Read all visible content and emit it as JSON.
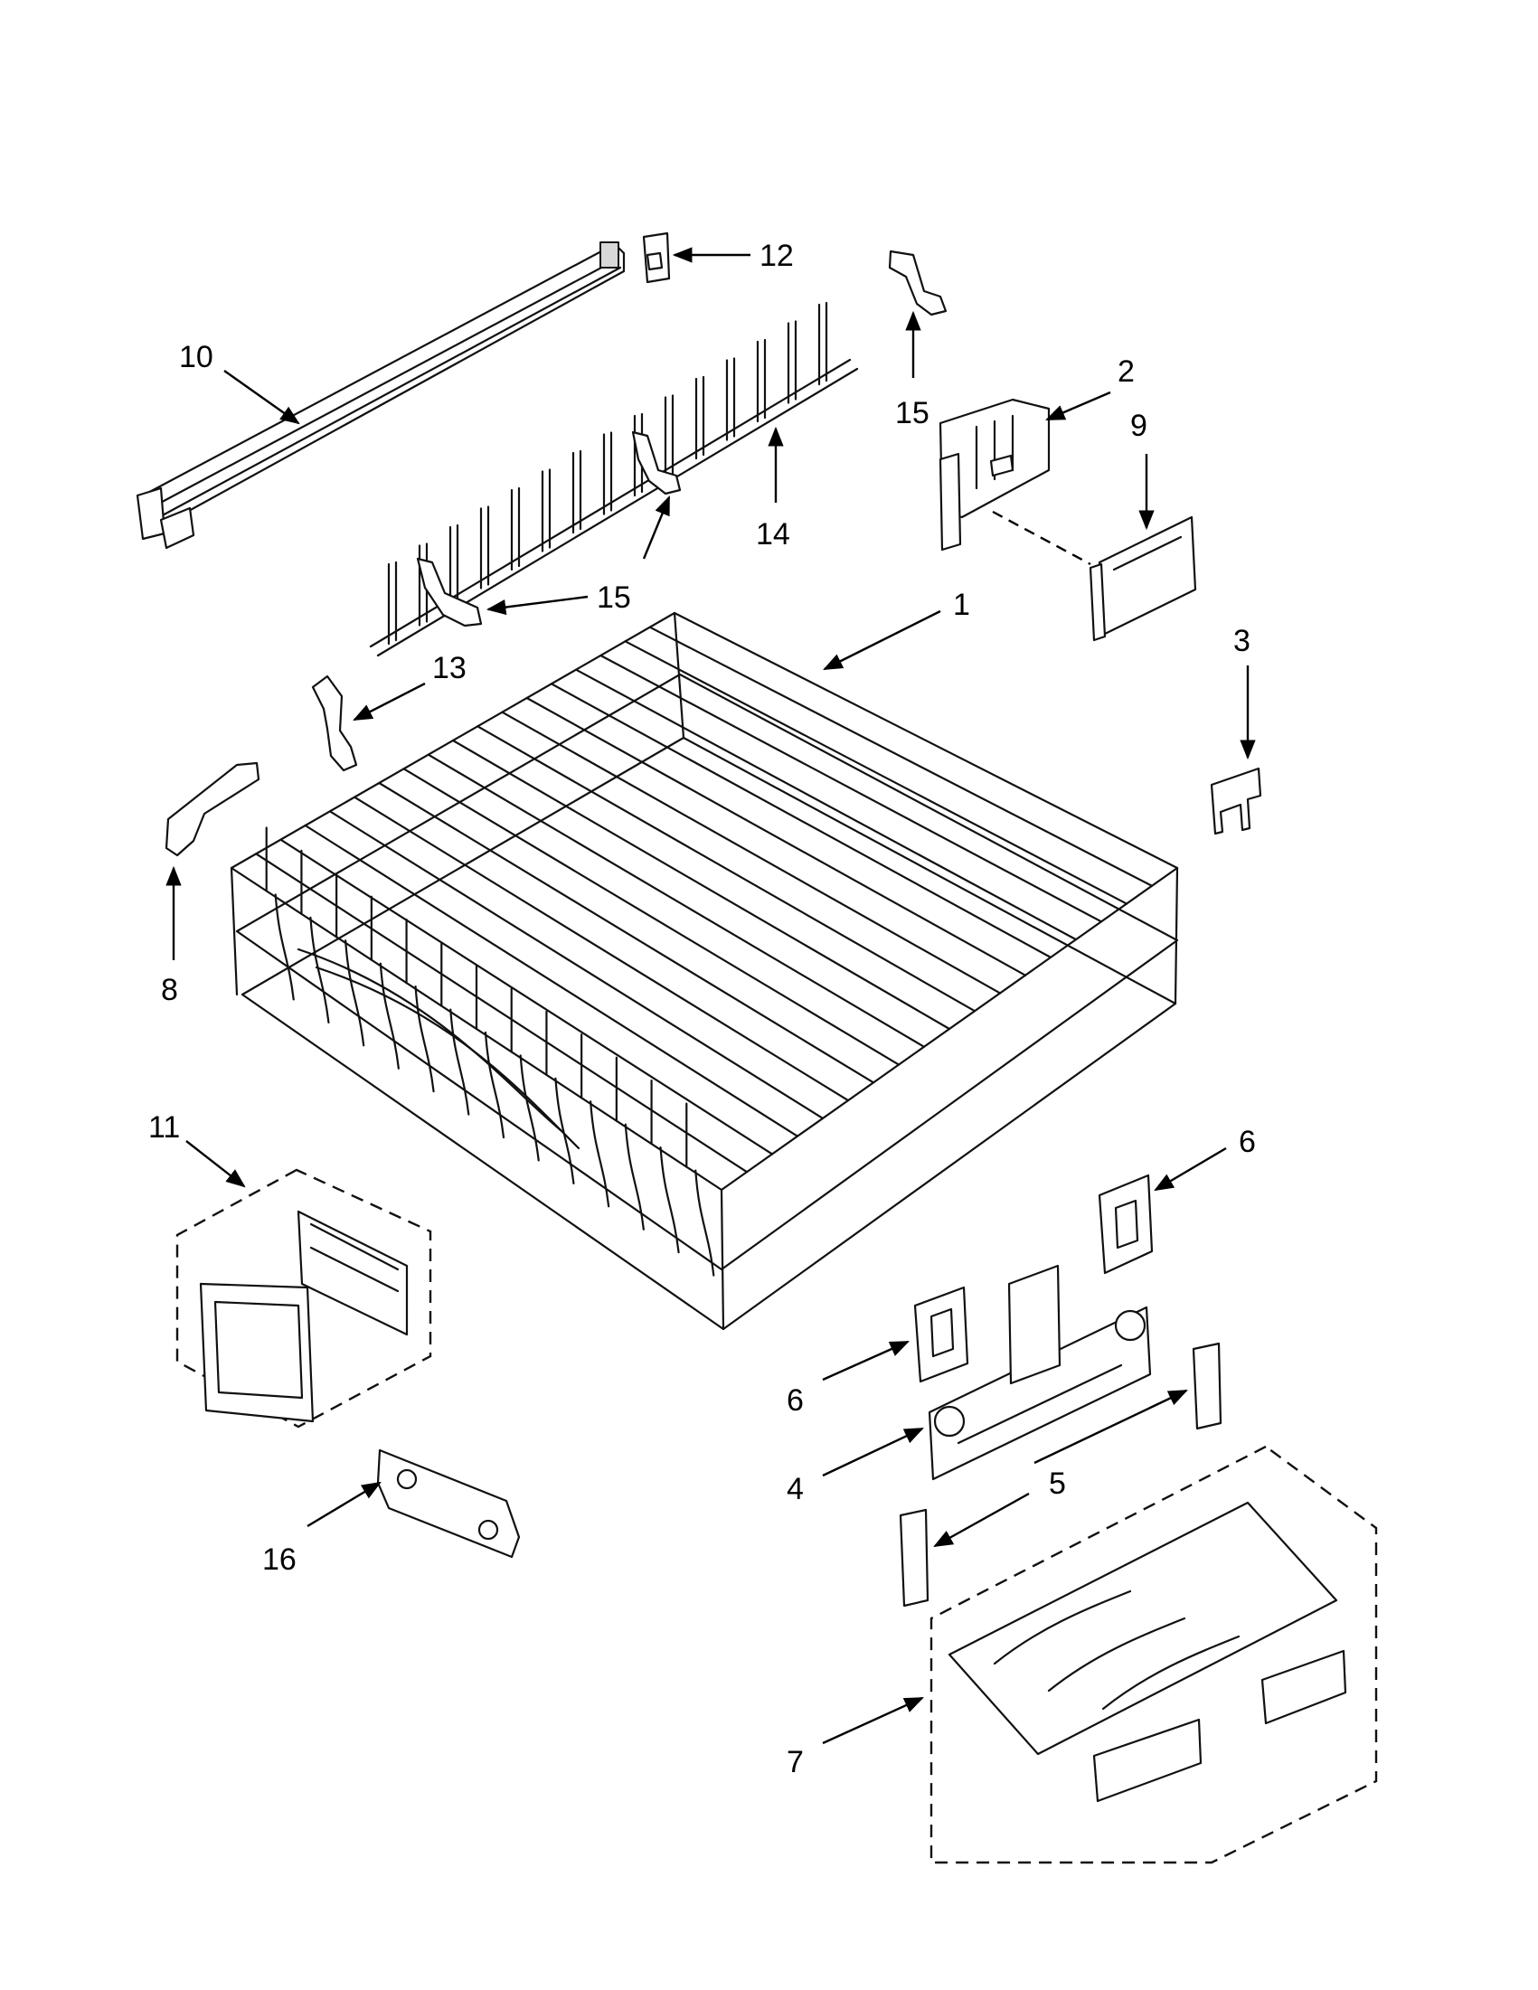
{
  "diagram": {
    "callouts": [
      "1",
      "2",
      "3",
      "4",
      "5",
      "6",
      "6",
      "7",
      "8",
      "9",
      "10",
      "11",
      "12",
      "13",
      "14",
      "15",
      "15",
      "16"
    ]
  },
  "icons": {
    "upper_rack": "wire-rack-icon",
    "track": "rail-icon",
    "tine_row": "tine-row-icon"
  }
}
